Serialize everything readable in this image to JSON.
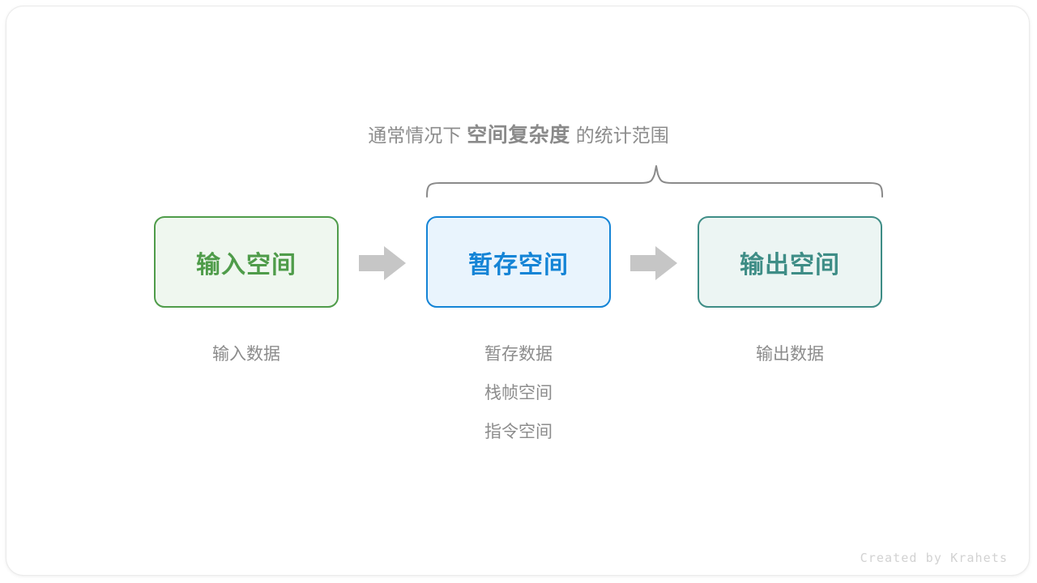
{
  "diagram": {
    "title": {
      "prefix": "通常情况下",
      "emphasis": "空间复杂度",
      "suffix": "的统计范围"
    },
    "brace": {
      "label": "brace-over-temp-and-output",
      "color": "#8a8a8a"
    },
    "boxes": [
      {
        "id": "input-space",
        "label": "输入空间",
        "border_color": "#4f9c4a",
        "fill_color": "#eff7ef",
        "text_color": "#4f9c4a"
      },
      {
        "id": "temp-space",
        "label": "暂存空间",
        "border_color": "#1484d6",
        "fill_color": "#e9f4fd",
        "text_color": "#1484d6"
      },
      {
        "id": "output-space",
        "label": "输出空间",
        "border_color": "#3e8d86",
        "fill_color": "#ecf5f3",
        "text_color": "#3e8d86"
      }
    ],
    "arrows": [
      {
        "id": "arrow-input-to-temp",
        "color": "#c6c6c6"
      },
      {
        "id": "arrow-temp-to-output",
        "color": "#c6c6c6"
      }
    ],
    "captions": {
      "left": [
        "输入数据"
      ],
      "middle": [
        "暂存数据",
        "栈帧空间",
        "指令空间"
      ],
      "right": [
        "输出数据"
      ],
      "color": "#8c8c8c"
    },
    "watermark": "Created by Krahets"
  }
}
